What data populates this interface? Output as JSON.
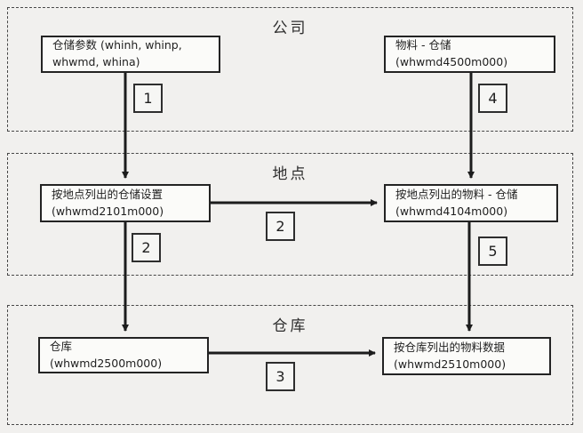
{
  "colors": {
    "background": "#f1f0ee",
    "box_fill": "#fbfbf9",
    "line_and_border": "#232323",
    "dashed_border": "#474747"
  },
  "sections": [
    {
      "title": "公司"
    },
    {
      "title": "地点"
    },
    {
      "title": "仓库"
    }
  ],
  "nodes": {
    "warehouse_parameters": {
      "line1": "仓储参数 (whinh, whinp,",
      "line2": "whwmd, whina)"
    },
    "item_storage": {
      "line1": "物料 - 仓储",
      "line2": "(whwmd4500m000)"
    },
    "storage_settings_by_site": {
      "line1": "按地点列出的仓储设置",
      "line2": "(whwmd2101m000)"
    },
    "item_storage_by_site": {
      "line1": "按地点列出的物料 - 仓储",
      "line2": "(whwmd4104m000)"
    },
    "warehouse": {
      "line1": "仓库",
      "line2": "(whwmd2500m000)"
    },
    "item_data_by_warehouse": {
      "line1": "按仓库列出的物料数据",
      "line2": "(whwmd2510m000)"
    }
  },
  "steps": {
    "step1": "1",
    "step2_across": "2",
    "step2_down": "2",
    "step3": "3",
    "step4": "4",
    "step5": "5"
  }
}
